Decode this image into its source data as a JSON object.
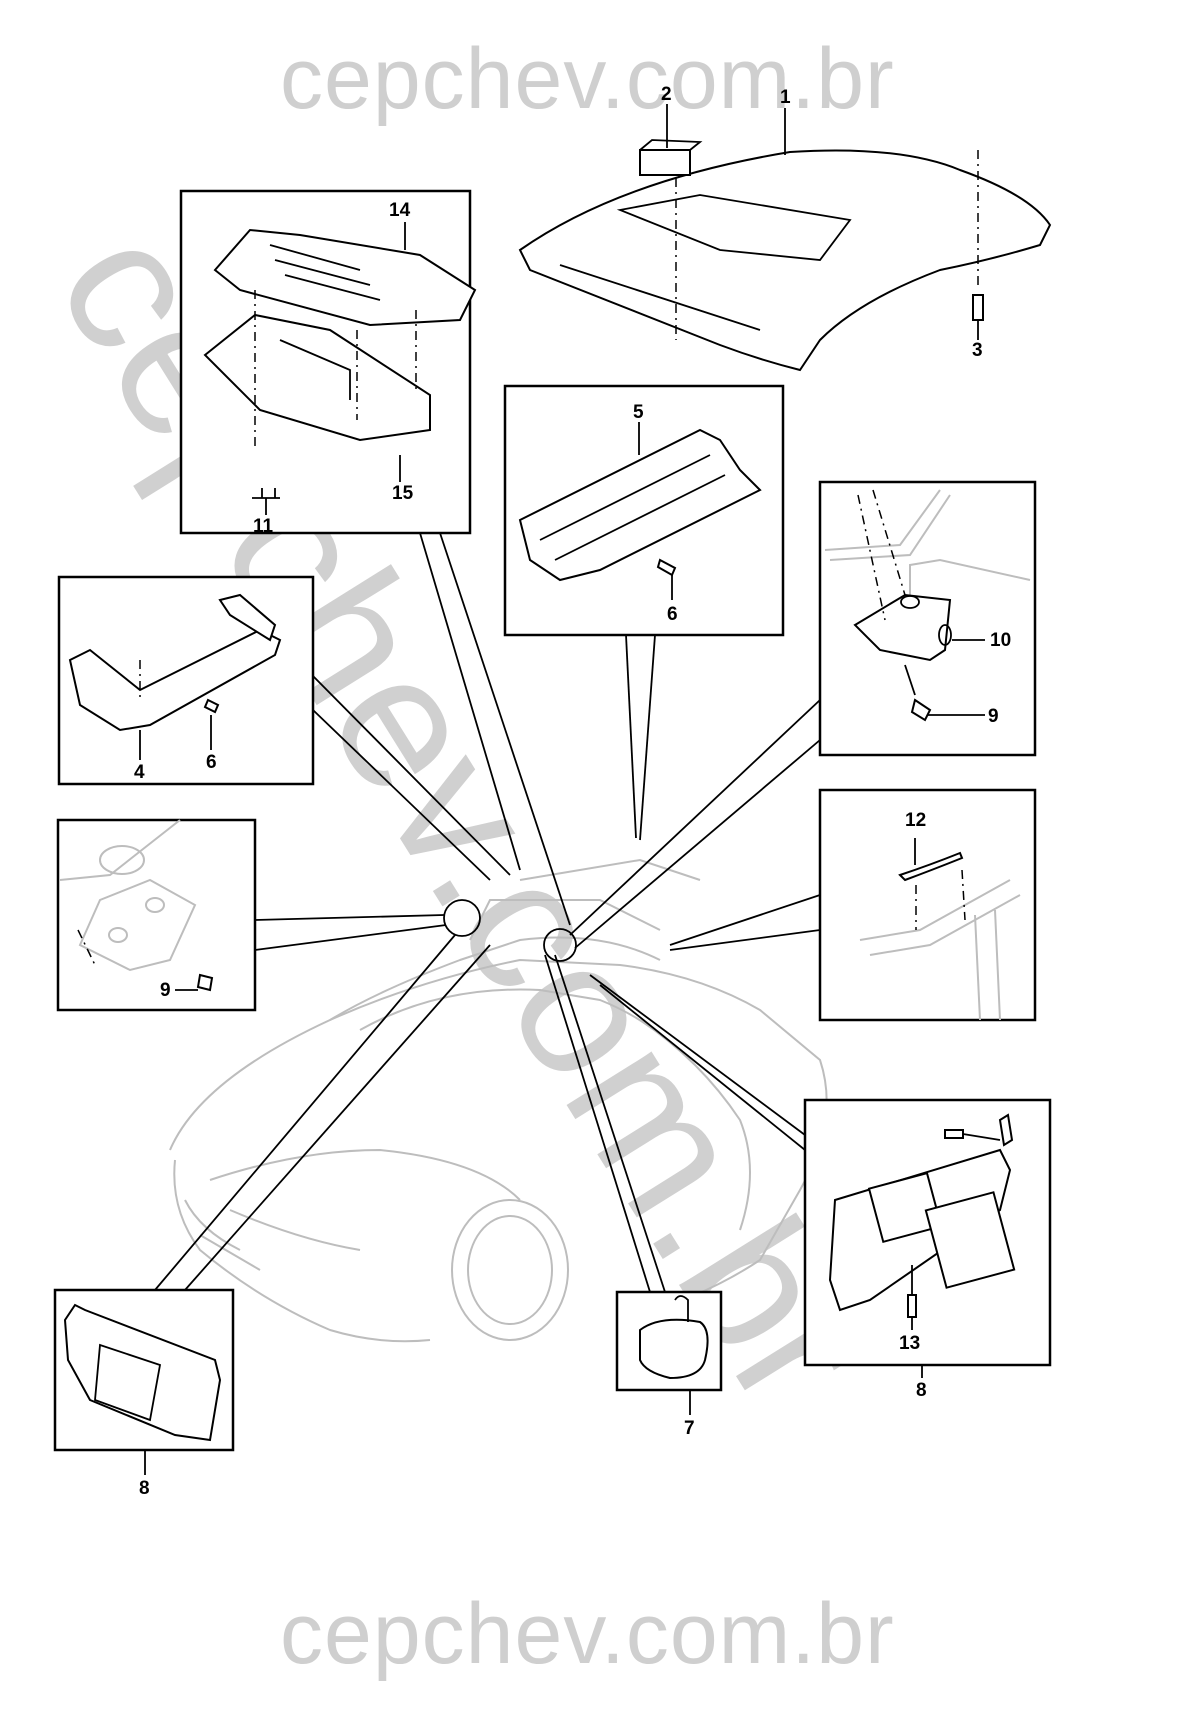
{
  "watermark": {
    "top": "cepchev.com.br",
    "bottom": "cepchev.com.br",
    "diagonal": "cepchev.com.br"
  },
  "diagram": {
    "title": "Headliner, grab handles, sun visors and interior mirror — exploded parts view",
    "callouts": [
      {
        "id": "1",
        "label": "1",
        "part": "headliner"
      },
      {
        "id": "2",
        "label": "2",
        "part": "pad"
      },
      {
        "id": "3",
        "label": "3",
        "part": "clip"
      },
      {
        "id": "4",
        "label": "4",
        "part": "grab-handle"
      },
      {
        "id": "5",
        "label": "5",
        "part": "grab-handle"
      },
      {
        "id": "6a",
        "label": "6",
        "part": "screw"
      },
      {
        "id": "6b",
        "label": "6",
        "part": "screw"
      },
      {
        "id": "7",
        "label": "7",
        "part": "interior-mirror"
      },
      {
        "id": "8a",
        "label": "8",
        "part": "sun-visor-left"
      },
      {
        "id": "8b",
        "label": "8",
        "part": "sun-visor-right"
      },
      {
        "id": "9a",
        "label": "9",
        "part": "screw"
      },
      {
        "id": "9b",
        "label": "9",
        "part": "screw"
      },
      {
        "id": "10",
        "label": "10",
        "part": "visor-support"
      },
      {
        "id": "11",
        "label": "11",
        "part": "screws"
      },
      {
        "id": "12",
        "label": "12",
        "part": "seal"
      },
      {
        "id": "13",
        "label": "13",
        "part": "bulb"
      },
      {
        "id": "14",
        "label": "14",
        "part": "console-bracket"
      },
      {
        "id": "15",
        "label": "15",
        "part": "roof-console"
      }
    ]
  }
}
